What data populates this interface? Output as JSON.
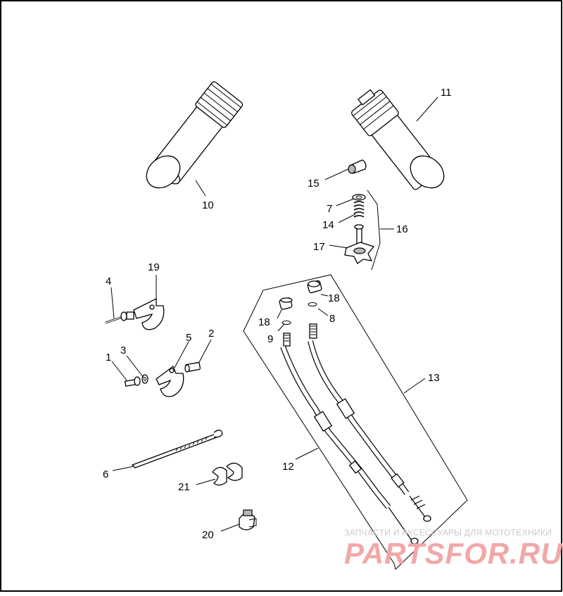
{
  "diagram": {
    "callouts": [
      {
        "id": "label-1",
        "text": "1"
      },
      {
        "id": "label-2",
        "text": "2"
      },
      {
        "id": "label-3",
        "text": "3"
      },
      {
        "id": "label-4",
        "text": "4"
      },
      {
        "id": "label-5",
        "text": "5"
      },
      {
        "id": "label-6",
        "text": "6"
      },
      {
        "id": "label-7",
        "text": "7"
      },
      {
        "id": "label-8",
        "text": "8"
      },
      {
        "id": "label-9",
        "text": "9"
      },
      {
        "id": "label-10",
        "text": "10"
      },
      {
        "id": "label-11",
        "text": "11"
      },
      {
        "id": "label-12",
        "text": "12"
      },
      {
        "id": "label-13",
        "text": "13"
      },
      {
        "id": "label-14",
        "text": "14"
      },
      {
        "id": "label-15",
        "text": "15"
      },
      {
        "id": "label-16",
        "text": "16"
      },
      {
        "id": "label-17",
        "text": "17"
      },
      {
        "id": "label-18a",
        "text": "18"
      },
      {
        "id": "label-18b",
        "text": "18"
      },
      {
        "id": "label-19",
        "text": "19"
      },
      {
        "id": "label-20",
        "text": "20"
      },
      {
        "id": "label-21",
        "text": "21"
      }
    ]
  },
  "watermark": {
    "tagline": "ЗАПЧАСТИ И АКСЕССУАРЫ ДЛЯ МОТОТЕХНИКИ",
    "logo": "PARTSFOR.RU"
  },
  "colors": {
    "line": "#000000",
    "shade": "#b8b8b8",
    "watermark_logo": "#f3a7a7",
    "watermark_text": "#c9c9c9"
  }
}
